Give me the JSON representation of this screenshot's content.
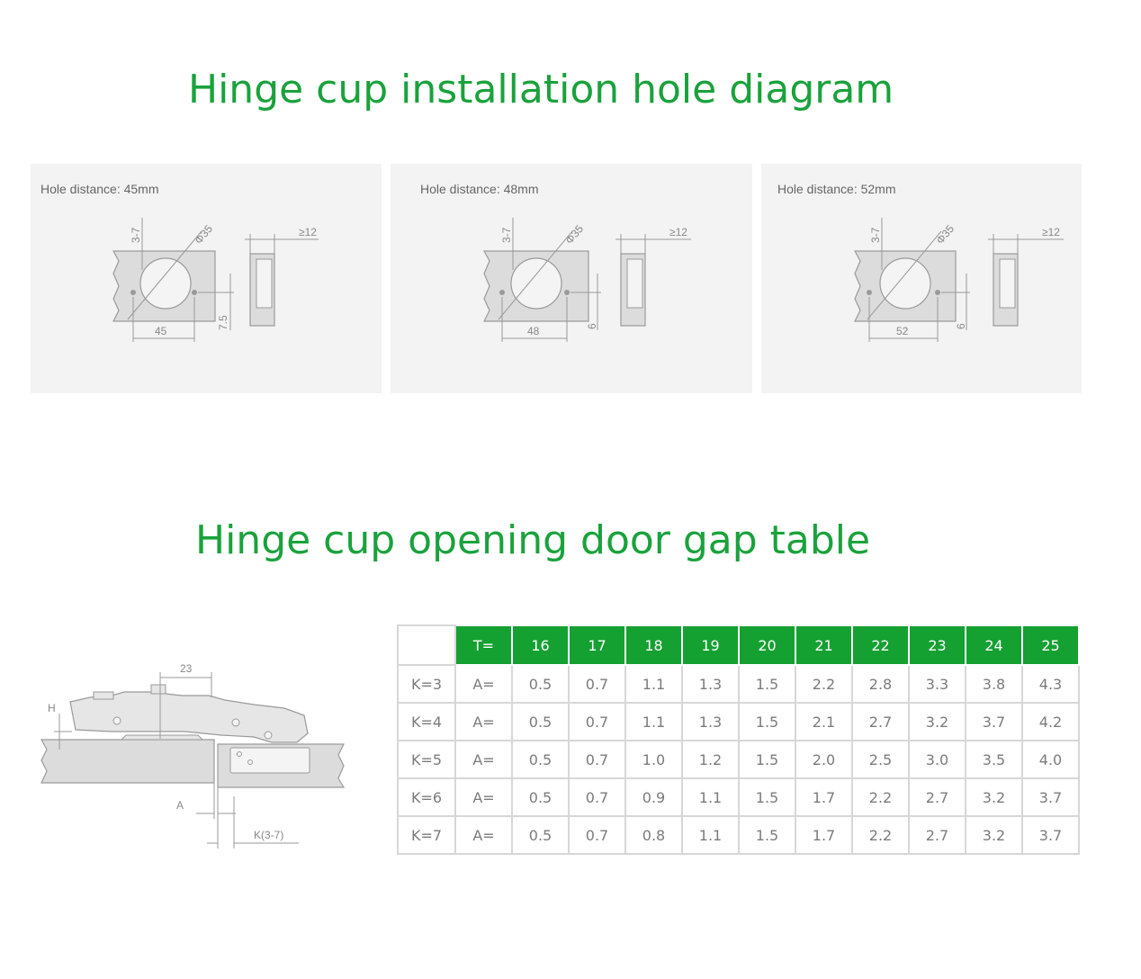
{
  "section1": {
    "title": "Hinge cup installation hole diagram"
  },
  "section2": {
    "title": "Hinge cup opening door gap table"
  },
  "panels": [
    {
      "label": "Hole distance: 45mm",
      "dim_top": "3-7",
      "dim_phi": "Φ35",
      "dim_edge": "≥12",
      "dim_spacing": "45",
      "dim_offset": "7.5"
    },
    {
      "label": "Hole distance: 48mm",
      "dim_top": "3-7",
      "dim_phi": "Φ35",
      "dim_edge": "≥12",
      "dim_spacing": "48",
      "dim_offset": "6"
    },
    {
      "label": "Hole distance: 52mm",
      "dim_top": "3-7",
      "dim_phi": "Φ35",
      "dim_edge": "≥12",
      "dim_spacing": "52",
      "dim_offset": "6"
    }
  ],
  "side_diagram": {
    "dim_top": "23",
    "label_h": "H",
    "label_a": "A",
    "label_k": "K(3-7)"
  },
  "table": {
    "header_label": "T=",
    "t_values": [
      "16",
      "17",
      "18",
      "19",
      "20",
      "21",
      "22",
      "23",
      "24",
      "25"
    ],
    "rows": [
      {
        "k": "K=3",
        "a": "A=",
        "values": [
          "0.5",
          "0.7",
          "1.1",
          "1.3",
          "1.5",
          "2.2",
          "2.8",
          "3.3",
          "3.8",
          "4.3"
        ]
      },
      {
        "k": "K=4",
        "a": "A=",
        "values": [
          "0.5",
          "0.7",
          "1.1",
          "1.3",
          "1.5",
          "2.1",
          "2.7",
          "3.2",
          "3.7",
          "4.2"
        ]
      },
      {
        "k": "K=5",
        "a": "A=",
        "values": [
          "0.5",
          "0.7",
          "1.0",
          "1.2",
          "1.5",
          "2.0",
          "2.5",
          "3.0",
          "3.5",
          "4.0"
        ]
      },
      {
        "k": "K=6",
        "a": "A=",
        "values": [
          "0.5",
          "0.7",
          "0.9",
          "1.1",
          "1.5",
          "1.7",
          "2.2",
          "2.7",
          "3.2",
          "3.7"
        ]
      },
      {
        "k": "K=7",
        "a": "A=",
        "values": [
          "0.5",
          "0.7",
          "0.8",
          "1.1",
          "1.5",
          "1.7",
          "2.2",
          "2.7",
          "3.2",
          "3.7"
        ]
      }
    ]
  },
  "colors": {
    "accent_green": "#15a032",
    "title_green": "#1aa23c",
    "panel_bg": "#f3f3f3"
  }
}
